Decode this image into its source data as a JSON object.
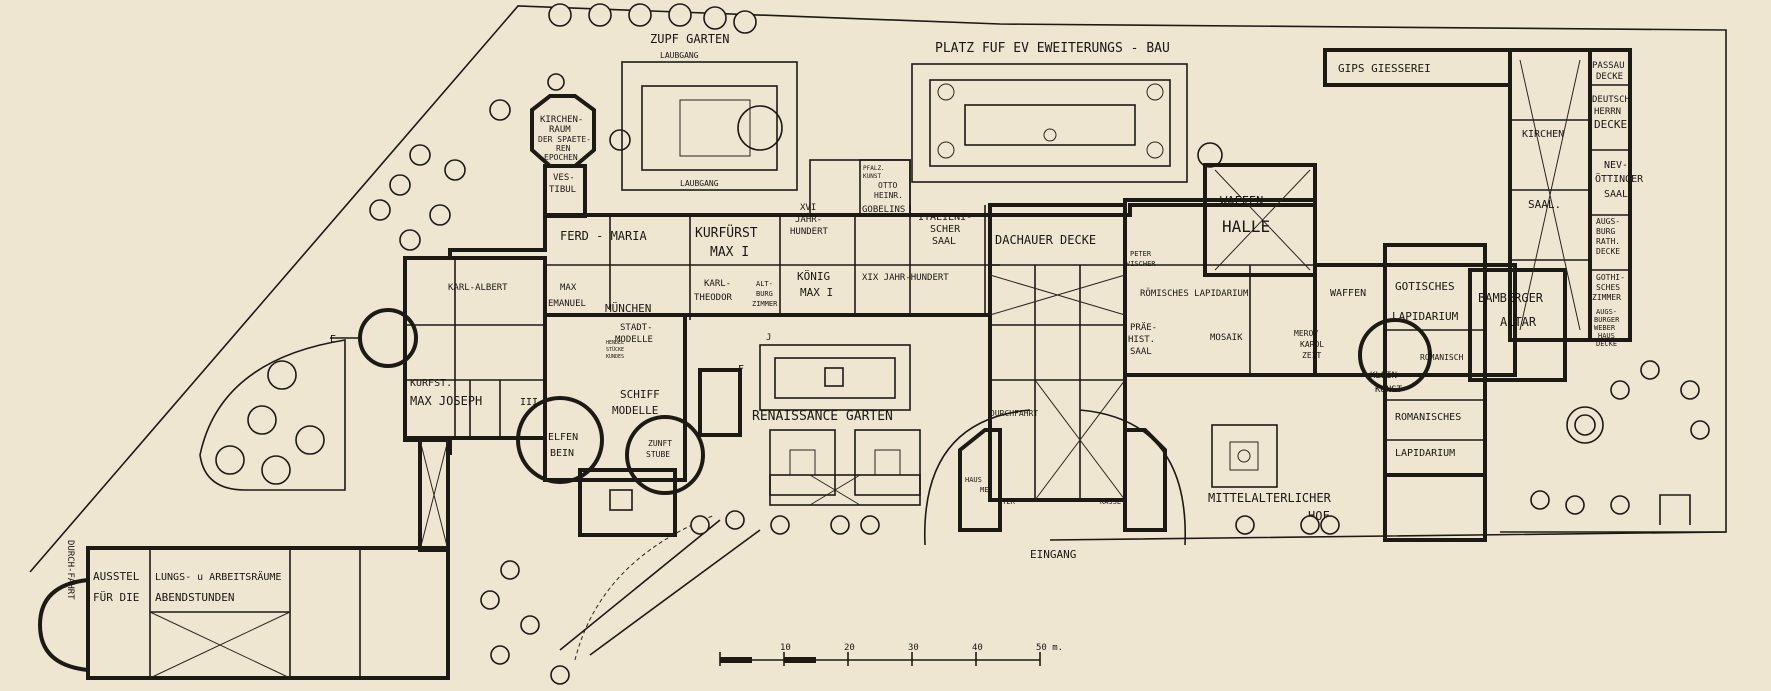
{
  "plan": {
    "colors": {
      "paper": "#efe6d2",
      "ink": "#1d1914"
    },
    "labels": {
      "zupf_garten": "ZUPF GARTEN",
      "laubgang_top": "LAUBGANG",
      "laubgang_bottom": "LAUBGANG",
      "platz": "PLATZ FUF EV EWEITERUNGS - BAU",
      "gips": "GIPS GIESSEREI",
      "passau_1": "PASSAU",
      "passau_2": "DECKE",
      "deutsch_1": "DEUTSCH",
      "deutsch_2": "HERRN",
      "deutsch_3": "DECKE",
      "kirchen": "KIRCHEN",
      "nev_1": "NEV-",
      "nev_2": "ÖTTINGER",
      "nev_3": "SAAL",
      "saal": "SAAL.",
      "augsb_rath_1": "AUGS-",
      "augsb_rath_2": "BURG",
      "augsb_rath_3": "RATH.",
      "augsb_rath_4": "DECKE",
      "gothisches_1": "GOTHI-",
      "gothisches_2": "SCHES",
      "gothisches_3": "ZIMMER",
      "augsb_weber_1": "AUGS-",
      "augsb_weber_2": "BURGER",
      "augsb_weber_3": "WEBER",
      "augsb_weber_4": "HAUS",
      "augsb_weber_5": "DECKE",
      "bamberger_1": "BAMBERGER",
      "bamberger_2": "ALTAR",
      "kirchenraum_1": "KIRCHEN-",
      "kirchenraum_2": "RAUM",
      "kirchenraum_3": "DER SPAETE-",
      "kirchenraum_4": "REN",
      "kirchenraum_5": "EPOCHEN",
      "vestibul_1": "VES-",
      "vestibul_2": "TIBUL",
      "ferd_maria": "FERD - MARIA",
      "kurfuerst_max_1": "KURFÜRST",
      "kurfuerst_max_2": "MAX I",
      "xvi_1": "XVI",
      "xvi_2": "JAHR-",
      "xvi_3": "HUNDERT",
      "pfalz_1": "PFALZ.",
      "pfalz_2": "KUNST",
      "otto_1": "OTTO",
      "otto_2": "HEINR.",
      "gobelin": "GOBELINS",
      "italien_1": "ITALIENI-",
      "italien_2": "SCHER",
      "italien_3": "SAAL",
      "dachauer": "DACHAUER DECKE",
      "waffen_halle_1": "WAFFEN",
      "waffen_halle_2": "HALLE",
      "karl_albert": "KARL-ALBERT",
      "max_emanuel_1": "MAX",
      "max_emanuel_2": "EMANUEL",
      "karl_theodor_1": "KARL-",
      "karl_theodor_2": "THEODOR",
      "altburg_1": "ALT-",
      "altburg_2": "BURG",
      "altburg_3": "ZIMMER",
      "koenig_1": "KÖNIG",
      "koenig_2": "MAX I",
      "xix": "XIX JAHR-HUNDERT",
      "muenchen": "MÜNCHEN",
      "stadtmodelle_1": "STADT-",
      "stadtmodelle_2": "MODELLE",
      "hendel_1": "HENDEL",
      "hendel_2": "STÜCKE",
      "hendel_3": "KUNDES",
      "peter_vischer_1": "PETER",
      "peter_vischer_2": "VISCHER",
      "roemisches": "RÖMISCHES LAPIDARIUM",
      "waffen": "WAFFEN",
      "gotisches_1": "GOTISCHES",
      "gotisches_2": "LAPIDARIUM",
      "praehist_1": "PRÄE-",
      "praehist_2": "HIST.",
      "praehist_3": "SAAL",
      "mosaik": "MOSAIK",
      "merov_1": "MEROV",
      "merov_2": "KAROL",
      "merov_3": "ZEIT",
      "romanisch": "ROMANISCH",
      "kleinkunst_1": "KLEIN-",
      "kleinkunst_2": "KUNST",
      "romanisches": "ROMANISCHES",
      "lapidarium_se": "LAPIDARIUM",
      "kurfuerst_mj_1": "KURFST.",
      "kurfuerst_mj_2": "MAX JOSEPH",
      "kurfuerst_mj_3": "III",
      "schiff_1": "SCHIFF",
      "schiff_2": "MODELLE",
      "elfenbein_1": "ELFEN",
      "elfenbein_2": "BEIN",
      "zunftstube_1": "ZUNFT",
      "zunftstube_2": "STUBE",
      "renaissance": "RENAISSANCE GARTEN",
      "durchfahrt_top": "DURCHFAHRT",
      "hausmeister_1": "HAUS",
      "hausmeister_2": "MEI",
      "hausmeister_3": "STER",
      "kasse": "KASSE",
      "mittelalter_1": "MITTELALTERLICHER",
      "mittelalter_2": "HOF",
      "eingang": "EINGANG",
      "ausstel_1": "AUSSTEL",
      "ausstel_2": "LUNGS- u ARBEITSRÄUME",
      "ausstel_3": "FÜR DIE",
      "ausstel_4": "ABENDSTUNDEN",
      "durchfahrt_side": "DURCH-FAHRT",
      "marker_e": "E",
      "marker_f": "F",
      "marker_j": "J"
    },
    "scale": {
      "ticks": [
        "10",
        "20",
        "30",
        "40",
        "50 m."
      ]
    }
  }
}
